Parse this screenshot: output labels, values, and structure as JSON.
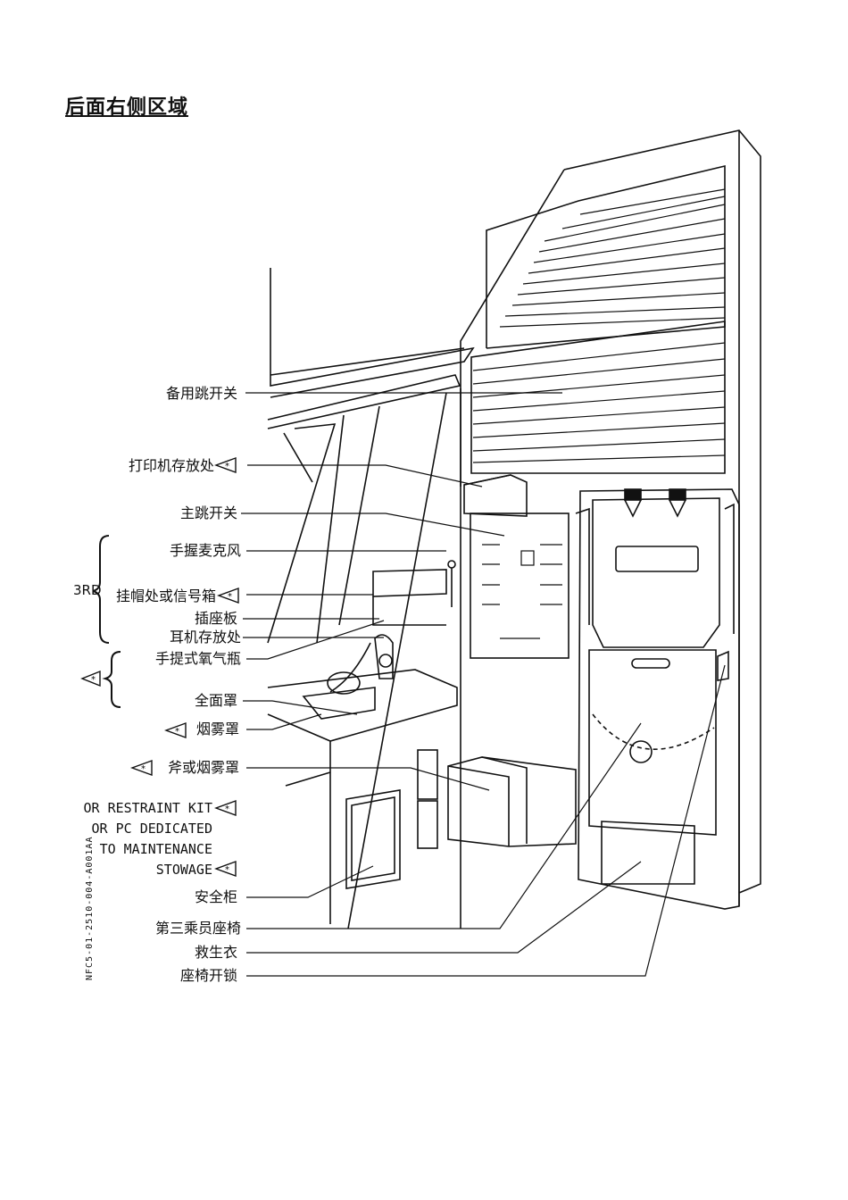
{
  "title": "后面右侧区域",
  "group_label": "3RD",
  "labels": {
    "standby_breaker": "备用跳开关",
    "printer_stowage": "打印机存放处",
    "main_breaker": "主跳开关",
    "handheld_mic": "手握麦克风",
    "hat_hook": "挂帽处或信号箱",
    "socket_panel": "插座板",
    "headset_stowage": "耳机存放处",
    "portable_oxygen": "手提式氧气瓶",
    "full_face_mask": "全面罩",
    "smoke_hood": "烟雾罩",
    "axe_or_smoke_hood": "斧或烟雾罩",
    "restraint_1": "OR RESTRAINT KIT",
    "restraint_2": "OR PC DEDICATED",
    "restraint_3": "TO MAINTENANCE",
    "restraint_4": "STOWAGE",
    "safety_cabinet": "安全柜",
    "third_seat": "第三乘员座椅",
    "life_vest": "救生衣",
    "seat_unlock": "座椅开锁"
  },
  "doc_id": "NFC5-01-2510-004-A001AA",
  "colors": {
    "ink": "#111111",
    "background": "#ffffff"
  }
}
